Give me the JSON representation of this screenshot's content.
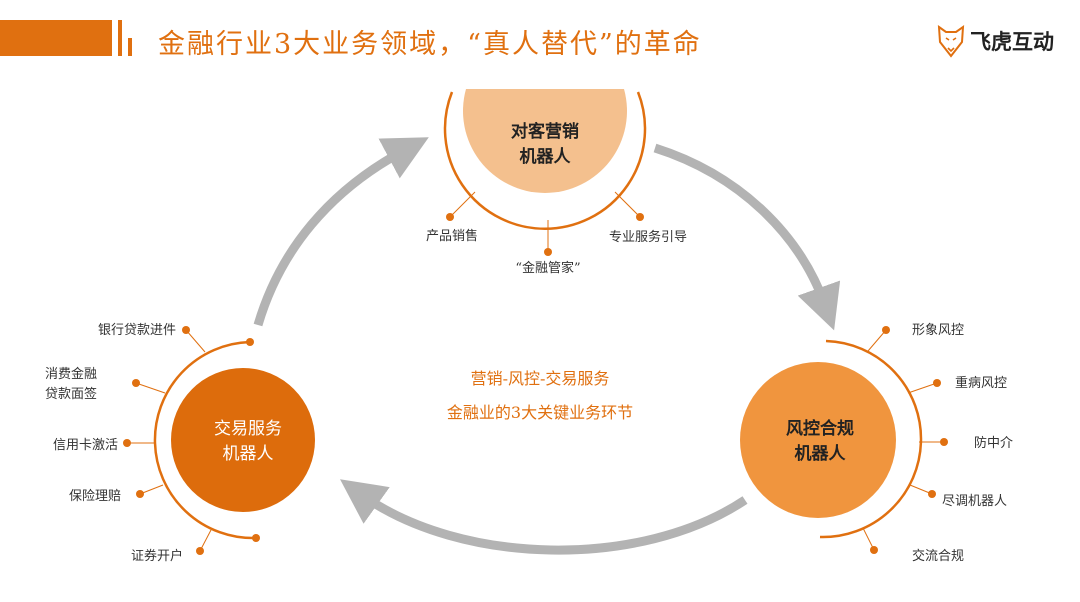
{
  "header": {
    "title": "金融行业3大业务领域，“真人替代”的革命",
    "logo_text": "飞虎互动",
    "logo_icon": "tiger-head-icon"
  },
  "colors": {
    "accent": "#e07010",
    "light_orange": "#f4c08e",
    "mid_orange": "#f0953e",
    "arrow": "#b3b3b3"
  },
  "center_text": {
    "line1": "营销-风控-交易服务",
    "line2": "金融业的3大关键业务环节"
  },
  "nodes": {
    "marketing": {
      "line1": "对客营销",
      "line2": "机器人",
      "items": [
        "产品销售",
        "“金融管家”",
        "专业服务引导"
      ]
    },
    "risk": {
      "line1": "风控合规",
      "line2": "机器人",
      "items": [
        "形象风控",
        "重病风控",
        "防中介",
        "尽调机器人",
        "交流合规"
      ]
    },
    "trade": {
      "line1": "交易服务",
      "line2": "机器人",
      "items": [
        "银行贷款进件",
        "消费金融",
        "贷款面签",
        "信用卡激活",
        "保险理赔",
        "证券开户"
      ]
    }
  }
}
